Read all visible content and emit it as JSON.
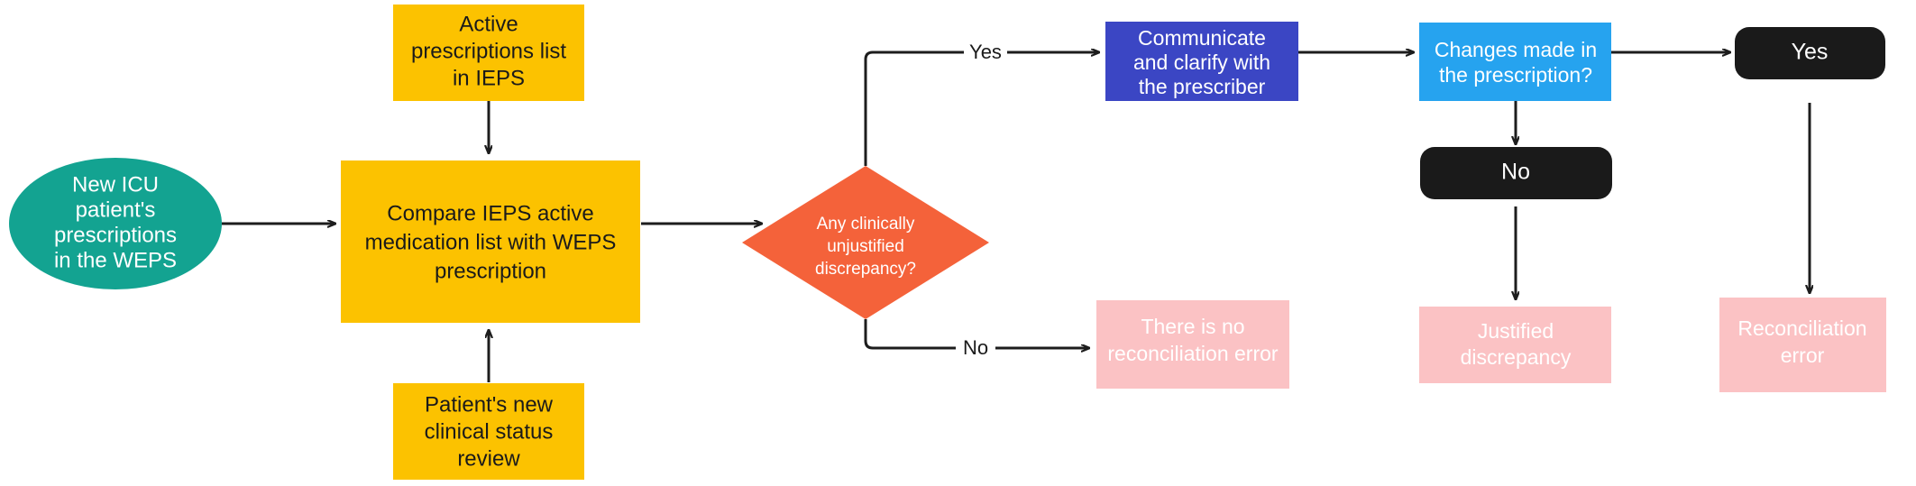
{
  "diagram": {
    "title": "Medication reconciliation flowchart",
    "background": "#ffffff",
    "colors": {
      "teal": "#13a391",
      "yellow": "#fcc200",
      "orange": "#f4623a",
      "dark_blue": "#3b46c4",
      "light_blue": "#26a3ef",
      "black": "#1a1a1a",
      "pink": "#fbc2c4",
      "line": "#1d1d1d",
      "text_dark": "#1a1a1a",
      "text_light": "#ffffff"
    }
  },
  "nodes": {
    "start": {
      "shape": "ellipse",
      "fill": "#13a391",
      "text_color": "#ffffff",
      "lines": [
        "New ICU",
        "patient's",
        "prescriptions",
        "in the WEPS"
      ]
    },
    "active_list": {
      "shape": "rect",
      "fill": "#fcc200",
      "text_color": "#1a1a1a",
      "lines": [
        "Active",
        "prescriptions list",
        "in IEPS"
      ]
    },
    "compare": {
      "shape": "rect",
      "fill": "#fcc200",
      "text_color": "#1a1a1a",
      "lines": [
        "Compare IEPS active",
        "medication list with WEPS",
        "prescription"
      ]
    },
    "clinical_review": {
      "shape": "rect",
      "fill": "#fcc200",
      "text_color": "#1a1a1a",
      "lines": [
        "Patient's new",
        "clinical status",
        "review"
      ]
    },
    "decision": {
      "shape": "diamond",
      "fill": "#f4623a",
      "text_color": "#ffffff",
      "lines": [
        "Any clinically",
        "unjustified",
        "discrepancy?"
      ]
    },
    "communicate": {
      "shape": "rect",
      "fill": "#3b46c4",
      "text_color": "#ffffff",
      "lines": [
        "Communicate",
        "and clarify with",
        "the prescriber"
      ]
    },
    "changes_made": {
      "shape": "rect",
      "fill": "#26a3ef",
      "text_color": "#ffffff",
      "lines": [
        "Changes made in",
        "the prescription?"
      ]
    },
    "yes_pill": {
      "shape": "rounded-rect",
      "fill": "#1a1a1a",
      "text_color": "#ffffff",
      "lines": [
        "Yes"
      ]
    },
    "no_pill": {
      "shape": "rounded-rect",
      "fill": "#1a1a1a",
      "text_color": "#ffffff",
      "lines": [
        "No"
      ]
    },
    "no_error": {
      "shape": "rect",
      "fill": "#fbc2c4",
      "text_color": "#ffffff",
      "lines": [
        "There is no",
        "reconciliation error"
      ]
    },
    "justified": {
      "shape": "rect",
      "fill": "#fbc2c4",
      "text_color": "#ffffff",
      "lines": [
        "Justified",
        "discrepancy"
      ]
    },
    "reconciliation_error": {
      "shape": "rect",
      "fill": "#fbc2c4",
      "text_color": "#ffffff",
      "lines": [
        "Reconciliation",
        "error"
      ]
    }
  },
  "edge_labels": {
    "yes_branch": "Yes",
    "no_branch": "No"
  }
}
